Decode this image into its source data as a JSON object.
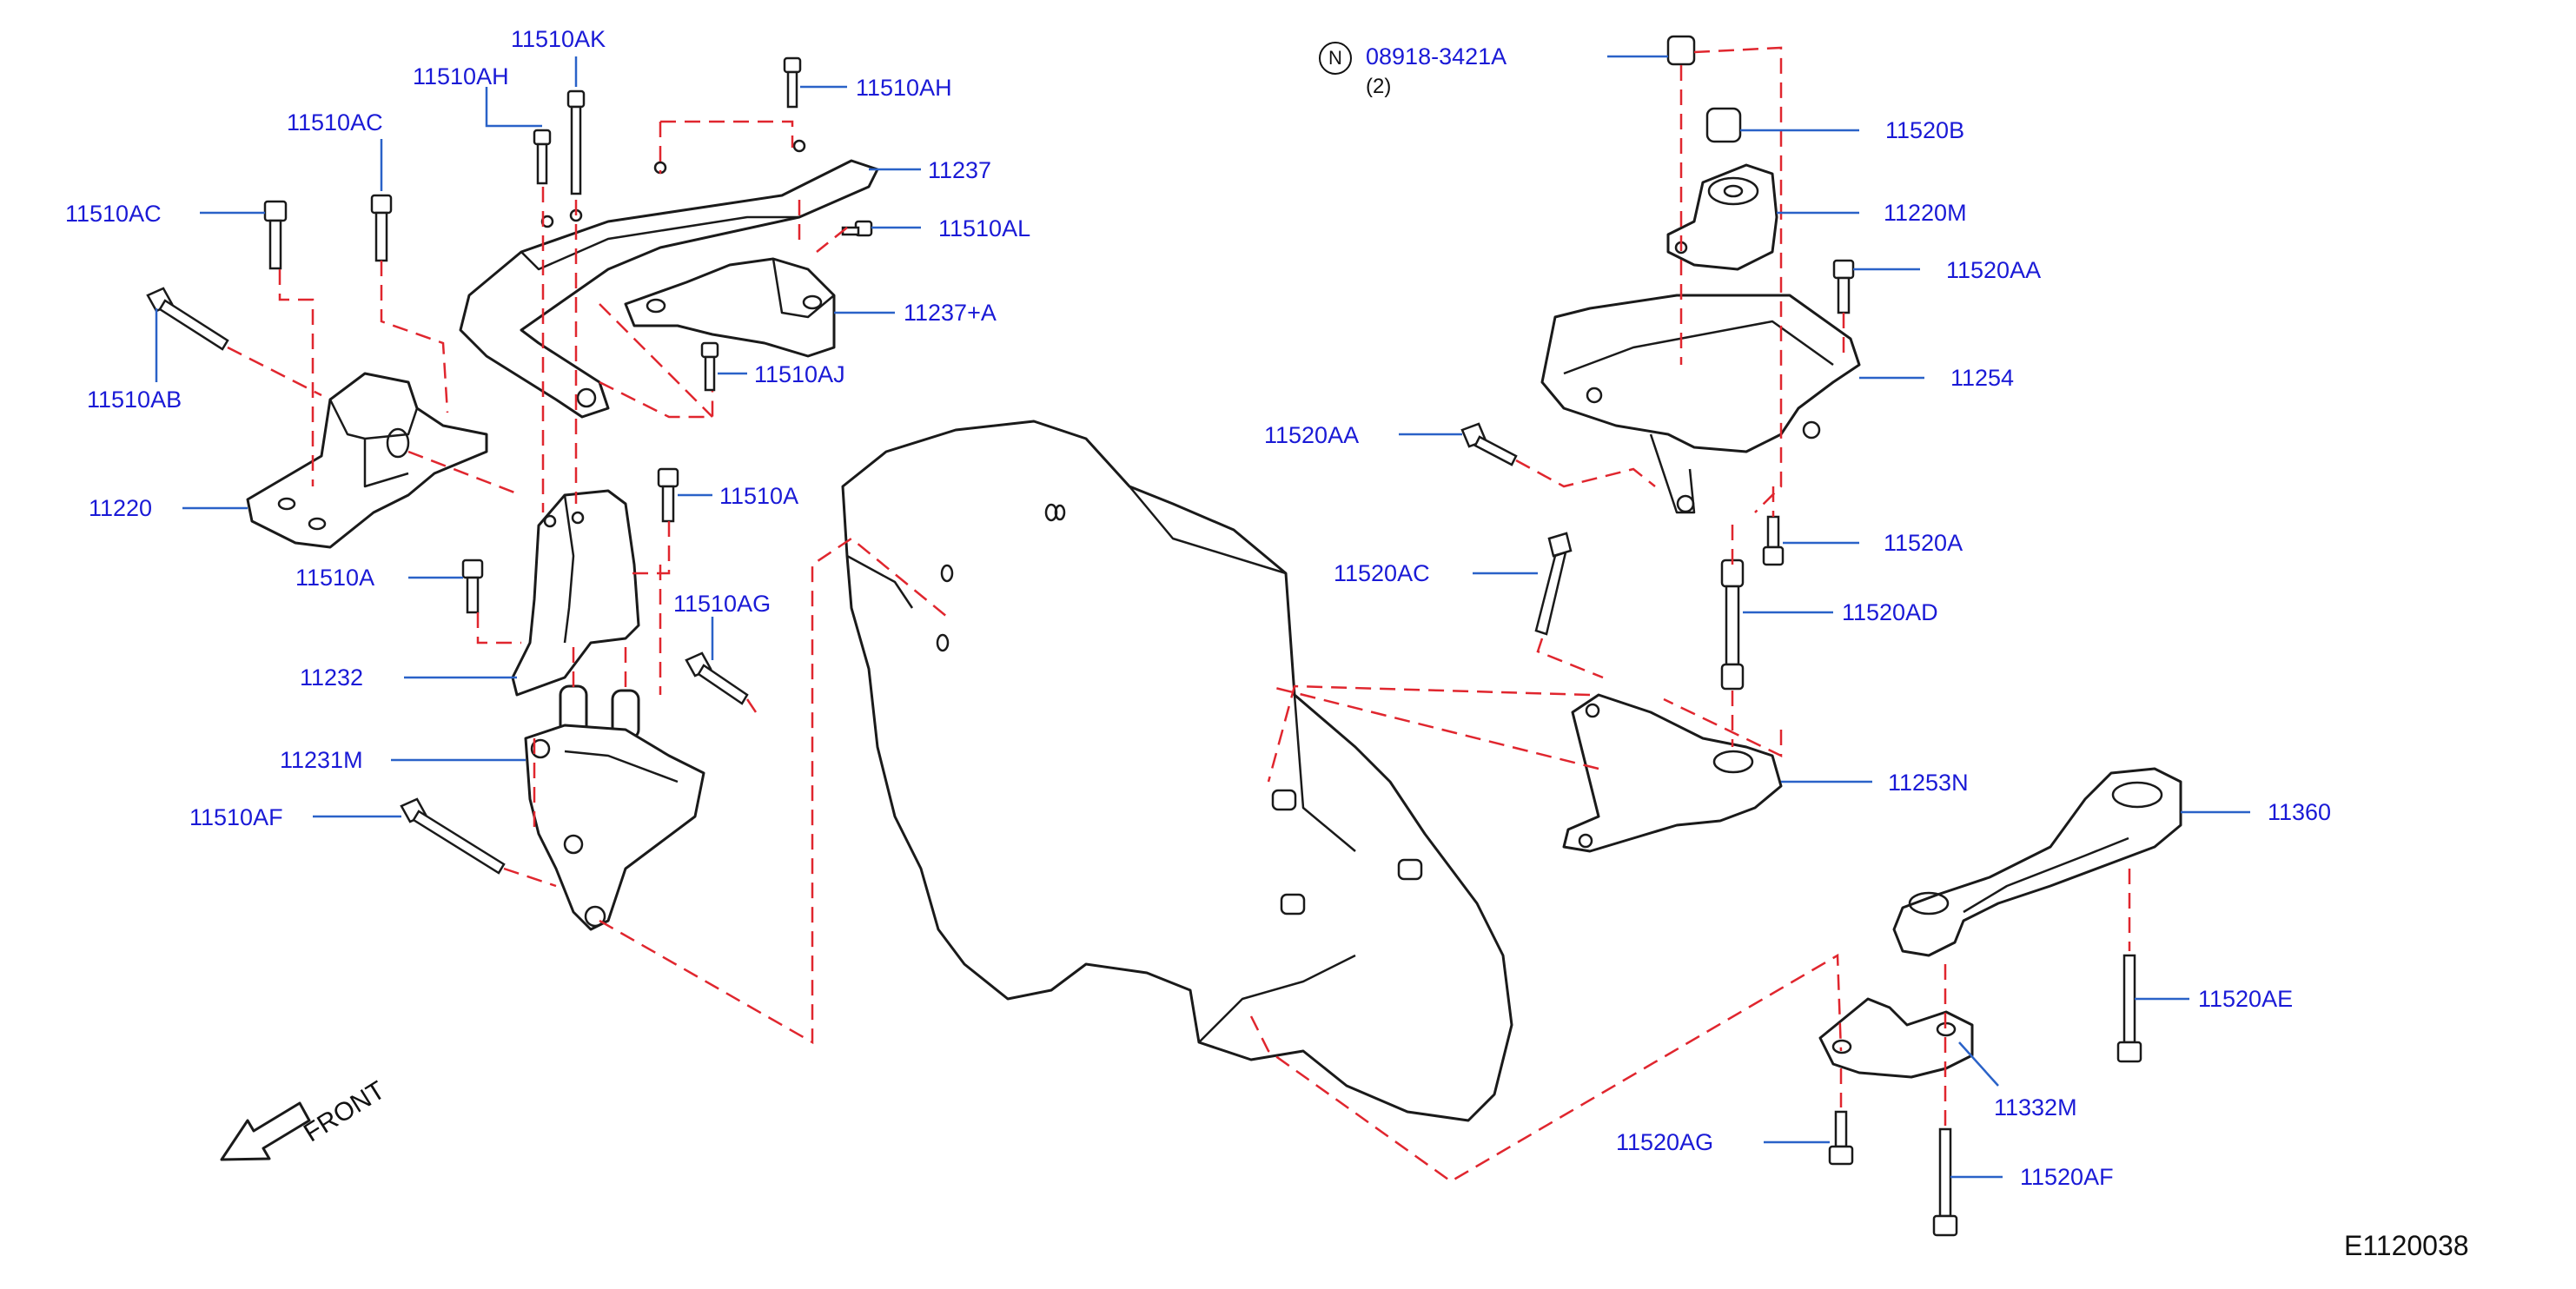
{
  "labels": {
    "p11510AK": "11510AK",
    "p11510AH_top": "11510AH",
    "p11510AH_left": "11510AH",
    "p11510AC_top": "11510AC",
    "p11510AC_left": "11510AC",
    "p11237": "11237",
    "p11510AL": "11510AL",
    "p11237A": "11237+A",
    "p11510AJ": "11510AJ",
    "p11510AB": "11510AB",
    "p11220": "11220",
    "p11510A_right": "11510A",
    "p11510A_left": "11510A",
    "p11510AG": "11510AG",
    "p11232": "11232",
    "p11231M": "11231M",
    "p11510AF": "11510AF",
    "p08918": "08918-3421A",
    "p08918_qty": "(2)",
    "p11520B": "11520B",
    "p11220M": "11220M",
    "p11520AA_right": "11520AA",
    "p11254": "11254",
    "p11520AA_left": "11520AA",
    "p11520A": "11520A",
    "p11520AC": "11520AC",
    "p11520AD": "11520AD",
    "p11253N": "11253N",
    "p11360": "11360",
    "p11520AE": "11520AE",
    "p11332M": "11332M",
    "p11520AG": "11520AG",
    "p11520AF": "11520AF"
  },
  "n_badge": "N",
  "front_label": "FRONT",
  "diagram_code": "E1120038",
  "colors": {
    "label": "#1a1ad6",
    "leader": "#2a62c8",
    "dashed_guide": "#e0262e",
    "outline": "#1a1a1a"
  },
  "icons": {
    "front_arrow": "front-arrow-icon",
    "n_badge": "n-circle-icon"
  }
}
